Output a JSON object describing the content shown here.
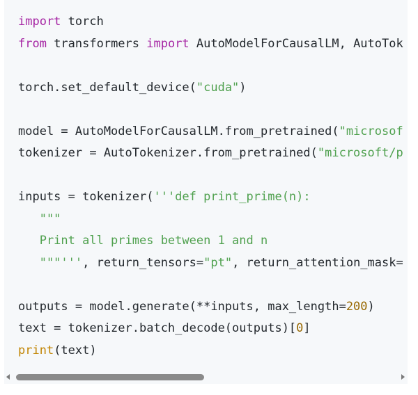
{
  "code": {
    "line1": {
      "kw1": "import",
      "rest": " torch"
    },
    "line2": {
      "kw1": "from",
      "mid": " transformers ",
      "kw2": "import",
      "rest": " AutoModelForCausalLM, AutoTok"
    },
    "line3": {
      "a": "torch.set_default_device(",
      "str": "\"cuda\"",
      "b": ")"
    },
    "line4": {
      "a": "model = AutoModelForCausalLM.from_pretrained(",
      "str": "\"microsof"
    },
    "line5": {
      "a": "tokenizer = AutoTokenizer.from_pretrained(",
      "str": "\"microsoft/p"
    },
    "line6": {
      "a": "inputs = tokenizer(",
      "str": "'''def print_prime(n):"
    },
    "line7": {
      "str": "   \"\"\""
    },
    "line8": {
      "str": "   Print all primes between 1 and n"
    },
    "line9": {
      "str": "   \"\"\"'''",
      "a": ", return_tensors=",
      "str2": "\"pt\"",
      "b": ", return_attention_mask="
    },
    "line10": {
      "a": "outputs = model.generate(**inputs, max_length=",
      "num": "200",
      "b": ")"
    },
    "line11": {
      "a": "text = tokenizer.batch_decode(outputs)[",
      "num": "0",
      "b": "]"
    },
    "line12": {
      "bi": "print",
      "a": "(text)"
    }
  },
  "scrollbar": {
    "position_fraction": 0.0,
    "visible_fraction": 0.49
  }
}
